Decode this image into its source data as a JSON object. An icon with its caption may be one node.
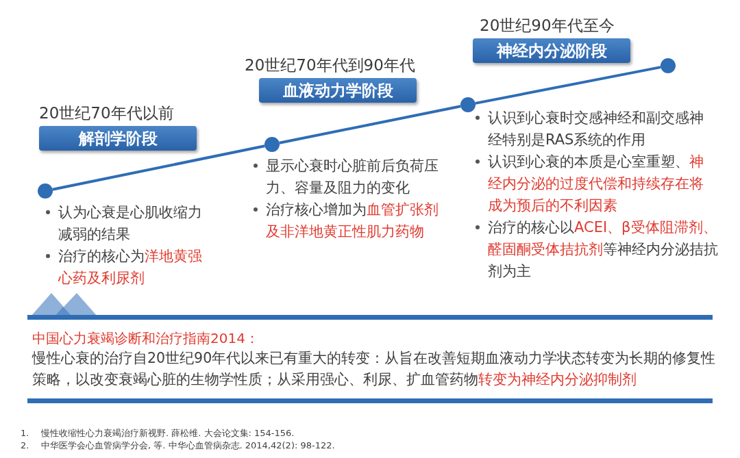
{
  "diagram": {
    "nodes": [
      {
        "text": [
          "20世纪70年代以前",
          "解剖学阶段"
        ]
      },
      {
        "text": [
          "20世纪70年代到90年代",
          "血液动力学阶段"
        ]
      },
      {
        "text": [
          "20世纪90年代至今",
          "神经内分泌阶段"
        ]
      },
      {
        "text": [],
        "shape": "circle"
      },
      {
        "text": [],
        "shape": "circle"
      },
      {
        "text": [],
        "shape": "circle"
      },
      {
        "text": [],
        "shape": "circle"
      }
    ],
    "edges": [
      {
        "from": 3,
        "to": 4,
        "arrow": "none"
      },
      {
        "from": 4,
        "to": 5,
        "arrow": "none"
      },
      {
        "from": 5,
        "to": 6,
        "arrow": "none"
      }
    ],
    "labels": [
      "认识到心衰时交感神经和副交感神经特别是RAS系统的作用",
      "显示心衰时心脏前后负荷压力、容量及阻力的变化",
      "认识到心衰的本质是心室重塑、**神经内分泌的过度代偿和持续存在将成为预后的不利因素**",
      "认为心衰是心肌收缩力减弱的结果",
      "治疗核心增加为**血管扩张剂及非洋地黄正性肌力药物**",
      "治疗的核心以**ACEI、β受体阻滞剂、醛固酮受体拮抗剂**等神经内分泌拮抗剂为主",
      "治疗的核心为**洋地黄强心药及利尿剂**",
      "中国心力衰竭诊断和治疗指南2014：",
      "慢性心衰的治疗自20世纪90年代以来已有重大的转变：从旨在改善短期血液动力学状态转变为长期的修复性策略，以改变衰竭心脏的生物学性质；从采用强心、利尿、扩血管药物**转变为神经内分泌抑制剂**",
      "1.",
      "慢性收缩性心力衰竭治疗新视野. 薛松维.  大会论文集: 154-156.",
      "2.",
      "中华医学会心血管病学分会, 等. 中华心血管病杂志. 2014,42(2): 98-122."
    ]
  }
}
